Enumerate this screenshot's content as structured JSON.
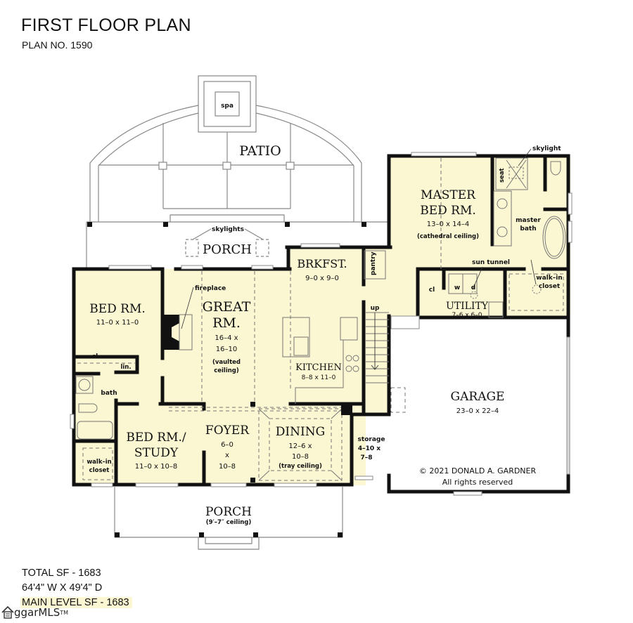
{
  "header": {
    "title": "FIRST FLOOR PLAN",
    "plan_number": "PLAN NO. 1590"
  },
  "colors": {
    "interior_fill": "#fbf7d2",
    "wall": "#111111",
    "outdoor_line": "#888888",
    "background": "#ffffff"
  },
  "outdoor": {
    "patio": "PATIO",
    "spa": "spa",
    "rear_porch": "PORCH",
    "skylights": "skylights",
    "front_porch": "PORCH",
    "front_porch_note": "(9′–7″ ceiling)"
  },
  "rooms": {
    "master": {
      "name_1": "MASTER",
      "name_2": "BED RM.",
      "dims": "13–0 x 14–4",
      "note": "(cathedral ceiling)"
    },
    "master_bath": {
      "name_1": "master",
      "name_2": "bath",
      "skylight": "skylight",
      "seat": "seat"
    },
    "walkin_master": {
      "name_1": "walk–in",
      "name_2": "closet"
    },
    "utility": {
      "name": "UTILITY",
      "dims": "7–6 x 6–0",
      "washer": "w",
      "dryer": "d",
      "closet": "cl",
      "sun_tunnel": "sun tunnel"
    },
    "brkfst": {
      "name": "BRKFST.",
      "dims": "9–0 x 9–0",
      "pantry": "pantry"
    },
    "kitchen": {
      "name": "KITCHEN",
      "dims": "8–8 x 11–0",
      "stairs": "up"
    },
    "great": {
      "name_1": "GREAT",
      "name_2": "RM.",
      "dims_1": "16–4 x",
      "dims_2": "16–10",
      "note_1": "(vaulted",
      "note_2": "ceiling)",
      "fireplace": "fireplace"
    },
    "bed": {
      "name": "BED RM.",
      "dims": "11–0 x 11–0",
      "closet": "cl",
      "linen": "lin.",
      "bath": "bath"
    },
    "study": {
      "name_1": "BED RM./",
      "name_2": "STUDY",
      "dims": "11–0 x 10–8",
      "walkin_1": "walk–in",
      "walkin_2": "closet"
    },
    "foyer": {
      "name": "FOYER",
      "dims_1": "6–0",
      "dims_2": "x",
      "dims_3": "10–8"
    },
    "dining": {
      "name": "DINING",
      "dims_1": "12–6 x",
      "dims_2": "10–8",
      "note": "(tray ceiling)"
    },
    "storage": {
      "name": "storage",
      "dims_1": "4–10 x",
      "dims_2": "7–8"
    },
    "garage": {
      "name": "GARAGE",
      "dims": "23–0 x 22–4"
    }
  },
  "copyright": {
    "line_1": "© 2021 DONALD A. GARDNER",
    "line_2": "All rights reserved"
  },
  "stats": {
    "total_sf": "TOTAL SF - 1683",
    "dimensions": "64'4\" W X 49'4\" D",
    "main_level_sf": "MAIN LEVEL SF - 1683"
  },
  "watermark": {
    "text": "ggarMLS",
    "tm": "TM"
  }
}
